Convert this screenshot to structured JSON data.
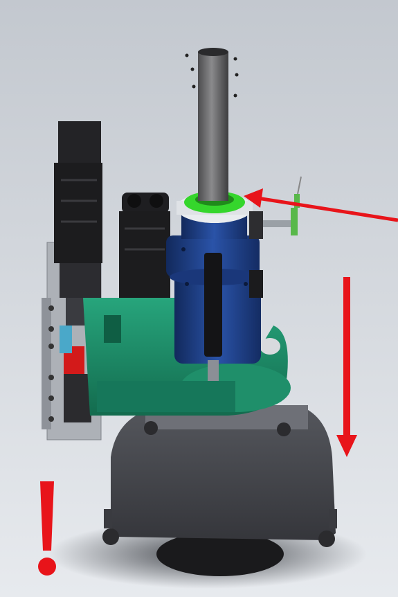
{
  "scene": {
    "subject": "cad-render-mechanical-assembly",
    "annotations": [
      {
        "kind": "pointer-arrow",
        "target": "green-seal-ring",
        "color": "#e8141a"
      },
      {
        "kind": "direction-arrow",
        "direction": "down",
        "color": "#e8141a"
      },
      {
        "kind": "warning-mark",
        "symbol": "exclamation",
        "color": "#e8141a"
      }
    ]
  },
  "colors": {
    "background_top": "#c5cad1",
    "background_bottom": "#e6e9ed",
    "annotation_red": "#e8141a",
    "body_blue": "#1e3f8a",
    "body_blue_dark": "#12295c",
    "arm_teal": "#1f8f6a",
    "arm_teal_dark": "#0f5e44",
    "seal_green": "#35d62c",
    "motor_black": "#1c1c1e",
    "housing_gray": "#4a4c52",
    "tube_gray": "#6a6a6c",
    "plate_gray": "#a9adb3"
  },
  "icons": [
    "pointer-arrow-icon",
    "down-arrow-icon",
    "warning-exclamation-icon"
  ]
}
